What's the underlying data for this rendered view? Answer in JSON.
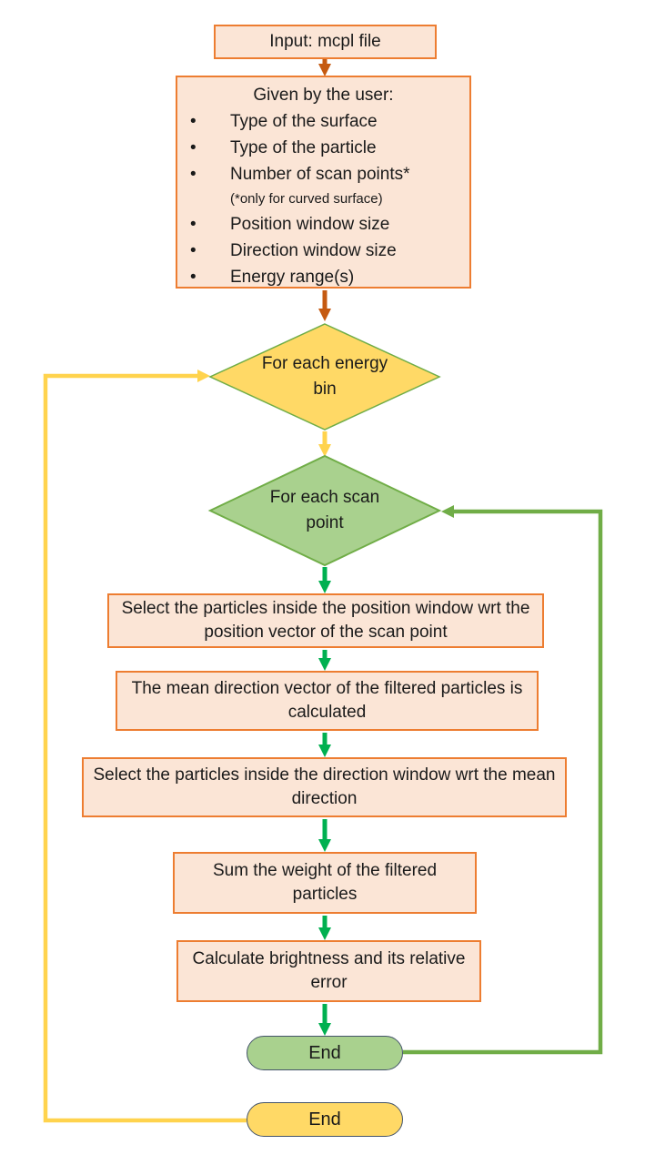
{
  "colors": {
    "process_fill": "#FBE5D6",
    "process_border": "#ED7D31",
    "orange_arrow": "#C55A11",
    "yellow_fill": "#FFD966",
    "yellow_line": "#FFD34D",
    "green_fill": "#A9D18E",
    "green_loop_line": "#70AD47",
    "green_arrow": "#00B050",
    "terminator_border": "#44546A"
  },
  "bullet": "•",
  "nodes": {
    "input": {
      "label": "Input: mcpl file"
    },
    "user_inputs": {
      "title": "Given by the user:",
      "items": [
        "Type of the surface",
        "Type of the particle",
        "Number of scan points*",
        "Position window size",
        "Direction window size",
        "Energy range(s)"
      ],
      "note": "(*only for curved surface)"
    },
    "energy_loop": {
      "label": "For each energy bin"
    },
    "scan_loop": {
      "label": "For each scan point"
    },
    "steps": [
      "Select the particles inside the position window wrt the position vector of the scan point",
      "The mean direction vector of the filtered particles is calculated",
      "Select the particles inside the direction window wrt the mean direction",
      "Sum the weight of the filtered particles",
      "Calculate brightness and its relative error"
    ],
    "end_scan": {
      "label": "End"
    },
    "end_energy": {
      "label": "End"
    }
  }
}
